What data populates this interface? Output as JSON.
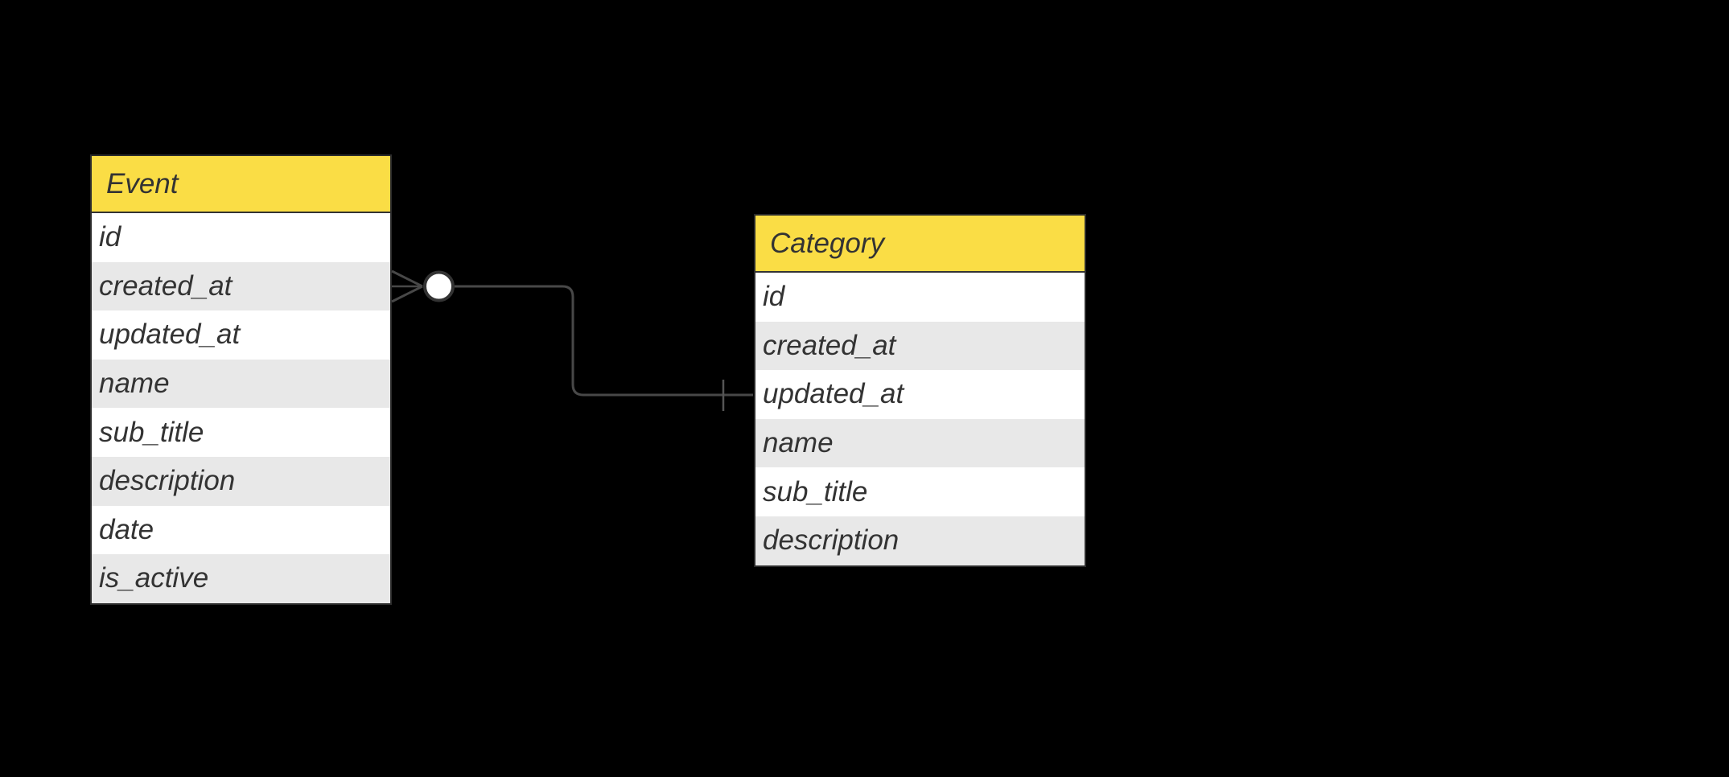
{
  "diagram": {
    "type": "entity-relationship-diagram",
    "entities": [
      {
        "title": "Event",
        "fields": [
          "id",
          "created_at",
          "updated_at",
          "name",
          "sub_title",
          "description",
          "date",
          "is_active"
        ]
      },
      {
        "title": "Category",
        "fields": [
          "id",
          "created_at",
          "updated_at",
          "name",
          "sub_title",
          "description"
        ]
      }
    ],
    "relationship": {
      "from_entity": "Event",
      "from_cardinality": "zero-or-many",
      "from_anchor_row": "created_at",
      "to_entity": "Category",
      "to_cardinality": "one",
      "to_anchor_row": "updated_at"
    },
    "colors": {
      "background": "#000000",
      "header_fill": "#FADD45",
      "row_fill": "#FFFFFF",
      "row_alt_fill": "#E8E8E8",
      "text": "#333333",
      "entity_border": "#2B2B2B",
      "connector": "#484848",
      "cardinality_circle_fill": "#FFFFFF",
      "cardinality_circle_border": "#333333"
    }
  }
}
